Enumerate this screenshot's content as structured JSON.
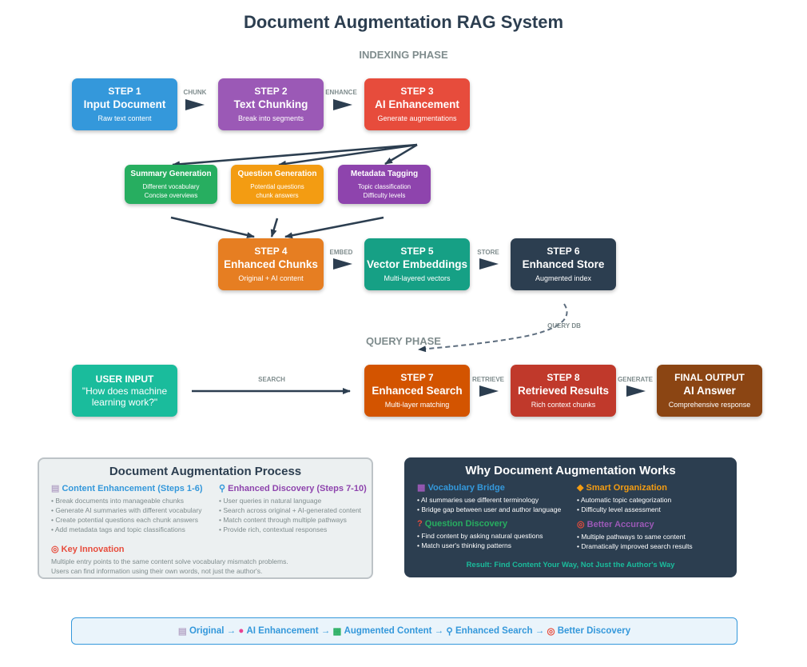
{
  "title": "Document Augmentation RAG System",
  "phases": {
    "indexing": "INDEXING PHASE",
    "query": "QUERY PHASE"
  },
  "colors": {
    "step1": "#3498db",
    "step2": "#9b59b6",
    "step3": "#e74c3c",
    "summary": "#27ae60",
    "question": "#f39c12",
    "metadata": "#8e44ad",
    "step4": "#e67e22",
    "step5": "#16a085",
    "step6": "#2c3e50",
    "user": "#1abc9c",
    "step7": "#d35400",
    "step8": "#c0392b",
    "final": "#8b4513",
    "arrow": "#2c3e50"
  },
  "steps": {
    "step1": {
      "step": "STEP 1",
      "title": "Input Document",
      "desc": "Raw text content"
    },
    "step2": {
      "step": "STEP 2",
      "title": "Text Chunking",
      "desc": "Break into segments"
    },
    "step3": {
      "step": "STEP 3",
      "title": "AI Enhancement",
      "desc": "Generate augmentations"
    },
    "summary": {
      "title": "Summary Generation",
      "desc1": "Different vocabulary",
      "desc2": "Concise overviews"
    },
    "question": {
      "title": "Question Generation",
      "desc1": "Potential questions",
      "desc2": "chunk answers"
    },
    "metadata": {
      "title": "Metadata Tagging",
      "desc1": "Topic classification",
      "desc2": "Difficulty levels"
    },
    "step4": {
      "step": "STEP 4",
      "title": "Enhanced Chunks",
      "desc": "Original + AI content"
    },
    "step5": {
      "step": "STEP 5",
      "title": "Vector Embeddings",
      "desc": "Multi-layered vectors"
    },
    "step6": {
      "step": "STEP 6",
      "title": "Enhanced Store",
      "desc": "Augmented index"
    },
    "user": {
      "step": "USER INPUT",
      "line1": "\"How does machine",
      "line2": "learning work?\""
    },
    "step7": {
      "step": "STEP 7",
      "title": "Enhanced Search",
      "desc": "Multi-layer matching"
    },
    "step8": {
      "step": "STEP 8",
      "title": "Retrieved Results",
      "desc": "Rich context chunks"
    },
    "final": {
      "step": "FINAL OUTPUT",
      "title": "AI Answer",
      "desc": "Comprehensive response"
    }
  },
  "edges": {
    "chunk": "CHUNK",
    "enhance": "ENHANCE",
    "embed": "EMBED",
    "store": "STORE",
    "query_db": "QUERY DB",
    "search": "SEARCH",
    "retrieve": "RETRIEVE",
    "generate": "GENERATE"
  },
  "process_panel": {
    "title": "Document Augmentation Process",
    "left": {
      "icon": "document-icon",
      "heading": "Content Enhancement (Steps 1-6)",
      "items": [
        "• Break documents into manageable chunks",
        "• Generate AI summaries with different vocabulary",
        "• Create potential questions each chunk answers",
        "• Add metadata tags and topic classifications"
      ]
    },
    "right": {
      "icon": "magnifier-icon",
      "heading": "Enhanced Discovery (Steps 7-10)",
      "items": [
        "• User queries in natural language",
        "• Search across original + AI-generated content",
        "• Match content through multiple pathways",
        "• Provide rich, contextual responses"
      ]
    },
    "innovation": {
      "icon": "target-icon",
      "heading": "Key Innovation",
      "line1": "Multiple entry points to the same content solve vocabulary mismatch problems.",
      "line2": "Users can find information using their own words, not just the author's."
    }
  },
  "why_panel": {
    "title": "Why Document Augmentation Works",
    "sections": [
      {
        "icon": "books-icon",
        "heading": "Vocabulary Bridge",
        "color": "#3498db",
        "items": [
          "• AI summaries use different terminology",
          "• Bridge gap between user and author language"
        ]
      },
      {
        "icon": "tag-icon",
        "heading": "Smart Organization",
        "color": "#f39c12",
        "items": [
          "• Automatic topic categorization",
          "• Difficulty level assessment"
        ]
      },
      {
        "icon": "question-icon",
        "heading": "Question Discovery",
        "color": "#27ae60",
        "items": [
          "• Find content by asking natural questions",
          "• Match user's thinking patterns"
        ]
      },
      {
        "icon": "target-icon",
        "heading": "Better Accuracy",
        "color": "#9b59b6",
        "items": [
          "• Multiple pathways to same content",
          "• Dramatically improved search results"
        ]
      }
    ],
    "result": "Result: Find Content Your Way, Not Just the Author's Way"
  },
  "flow_bar": {
    "items": [
      "Original",
      "AI Enhancement",
      "Augmented Content",
      "Enhanced Search",
      "Better Discovery"
    ],
    "icons": [
      "document-icon",
      "brain-icon",
      "books-icon",
      "magnifier-icon",
      "target-icon"
    ],
    "separator": "→"
  }
}
